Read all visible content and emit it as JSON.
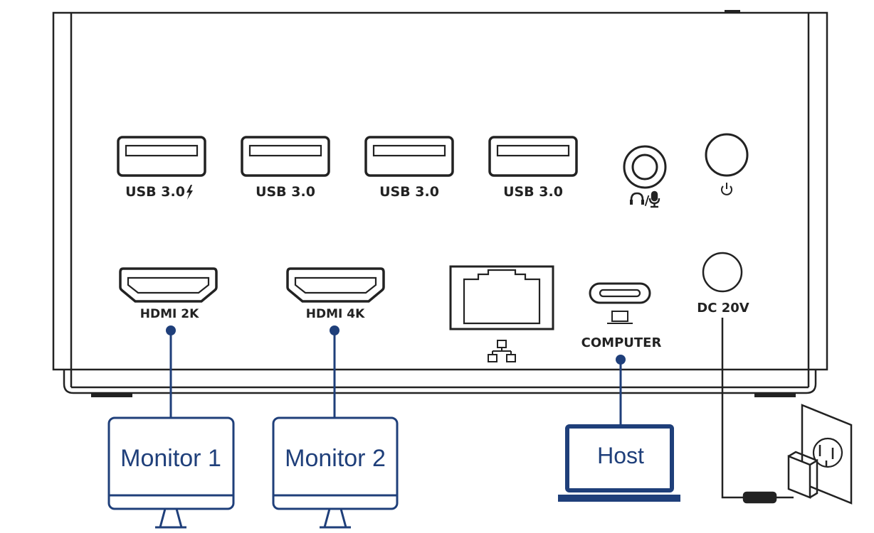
{
  "ports": {
    "usb1": "USB 3.0",
    "usb2": "USB 3.0",
    "usb3": "USB 3.0",
    "usb4": "USB 3.0",
    "audio": "/",
    "hdmi1": "HDMI 2K",
    "hdmi2": "HDMI 4K",
    "usbc": "COMPUTER",
    "dc": "DC 20V"
  },
  "devices": {
    "monitor1": "Monitor 1",
    "monitor2": "Monitor 2",
    "host": "Host"
  },
  "icons": [
    "charge-bolt-icon",
    "headphone-icon",
    "microphone-icon",
    "power-icon",
    "ethernet-icon",
    "laptop-icon",
    "power-outlet-icon"
  ],
  "colors": {
    "line": "#222222",
    "connector": "#1f3f7a",
    "device_text": "#1f3f7a"
  }
}
